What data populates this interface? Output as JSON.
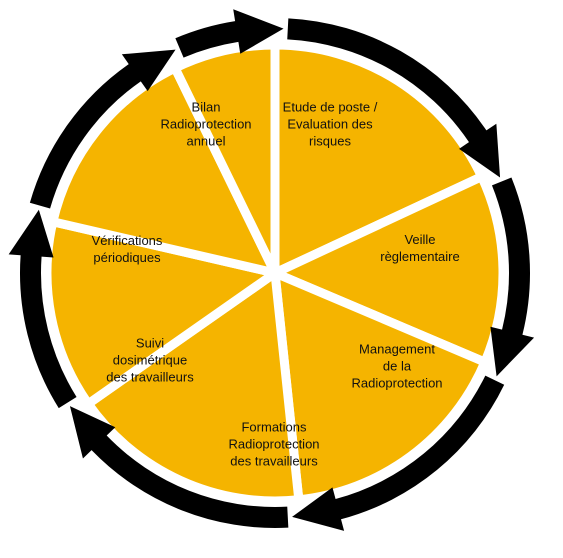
{
  "cycle": {
    "segments": [
      {
        "label": "Etude de poste /\nEvaluation des\nrisques"
      },
      {
        "label": "Veille\nrèglementaire"
      },
      {
        "label": "Management\nde la\nRadioprotection"
      },
      {
        "label": "Formations\nRadioprotection\ndes travailleurs"
      },
      {
        "label": "Suivi\ndosimétrique\ndes travailleurs"
      },
      {
        "label": "Vérifications\npériodiques"
      },
      {
        "label": "Bilan\nRadioprotection\nannuel"
      }
    ]
  },
  "colors": {
    "segment_fill": "#F5B400",
    "arrow": "#000000",
    "separator": "#FFFFFF"
  }
}
